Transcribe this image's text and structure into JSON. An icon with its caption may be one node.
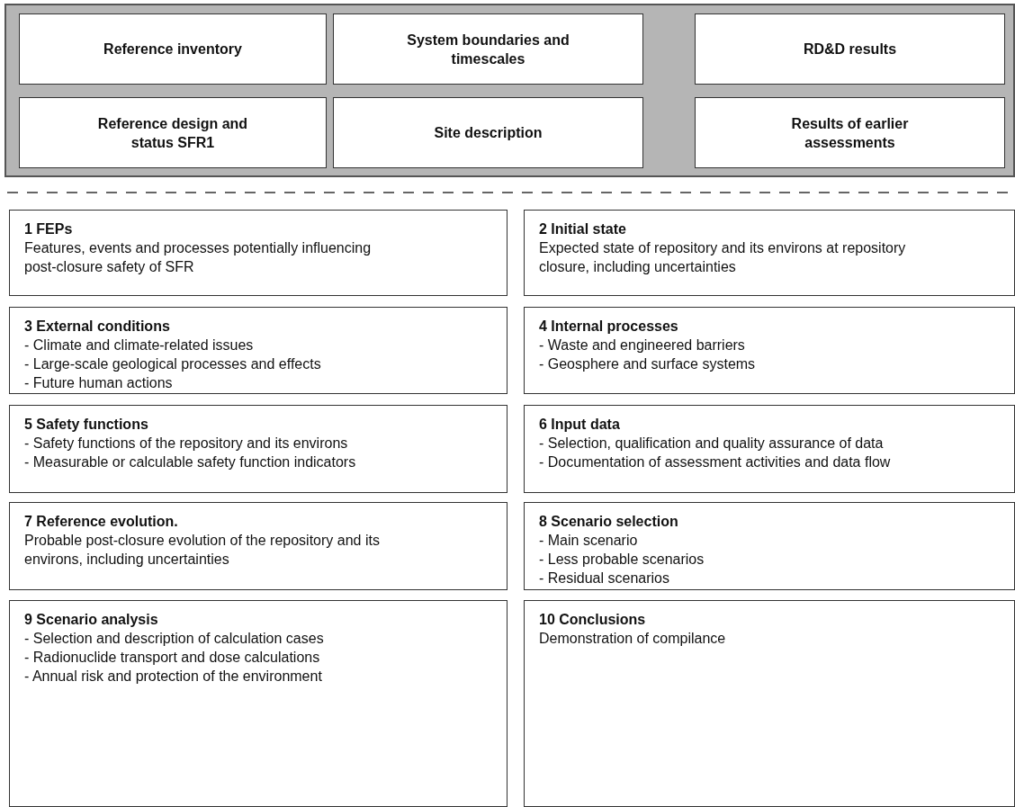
{
  "diagram": {
    "nodes": [
      {
        "text": [],
        "shape": "box"
      },
      {
        "text": [
          "Reference inventory"
        ],
        "in": 0
      },
      {
        "text": [
          "System boundaries and timescales"
        ],
        "in": 0
      },
      {
        "text": [
          "RD&D results"
        ],
        "in": 0
      },
      {
        "text": [
          "Reference design and status SFR1"
        ],
        "in": 0
      },
      {
        "text": [
          "Site description"
        ],
        "in": 0
      },
      {
        "text": [
          "Results of earlier assessments"
        ],
        "in": 0
      },
      {
        "text": [
          "1 FEPs",
          "Features, events and processes potentially influencing post-closure safety of SFR"
        ]
      },
      {
        "text": [
          "2 Initial state",
          "Expected state of repository and its environs at repository closure, including uncertainties"
        ]
      },
      {
        "text": [
          "3 External conditions",
          "- Climate and climate-related issues",
          "- Large-scale geological processes and effects",
          "- Future human actions"
        ]
      },
      {
        "text": [
          "4 Internal processes",
          "- Waste and engineered barriers",
          "- Geosphere and surface systems"
        ]
      },
      {
        "text": [
          "5 Safety functions",
          "- Safety functions of the repository and its environs",
          "- Measurable or calculable safety function indicators"
        ]
      },
      {
        "text": [
          "6 Input data",
          "- Selection, qualification and quality assurance of data",
          "- Documentation of assessment activities and data flow"
        ]
      },
      {
        "text": [
          "7 Reference evolution.",
          "Probable post-closure evolution of the repository and its environs, including uncertainties"
        ]
      },
      {
        "text": [
          "8 Scenario selection",
          "- Main scenario",
          "- Less probable scenarios",
          "- Residual scenarios"
        ]
      },
      {
        "text": [
          "9 Scenario analysis",
          "- Selection and description of calculation cases",
          "- Radionuclide transport and dose calculations",
          "- Annual risk and protection of the environment"
        ]
      },
      {
        "text": [
          "10 Conclusions",
          "Demonstration of compilance"
        ]
      }
    ]
  }
}
